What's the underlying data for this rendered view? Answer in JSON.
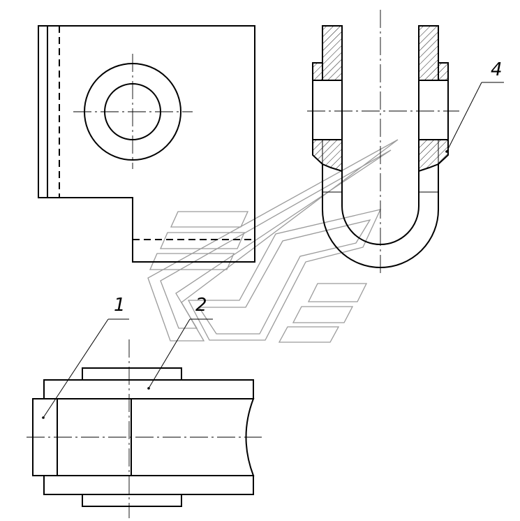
{
  "callouts": {
    "part_1": "1",
    "part_2": "2",
    "part_4": "4"
  },
  "colors": {
    "line": "#000000",
    "watermark": "#9a9a9a",
    "background": "#ffffff"
  }
}
